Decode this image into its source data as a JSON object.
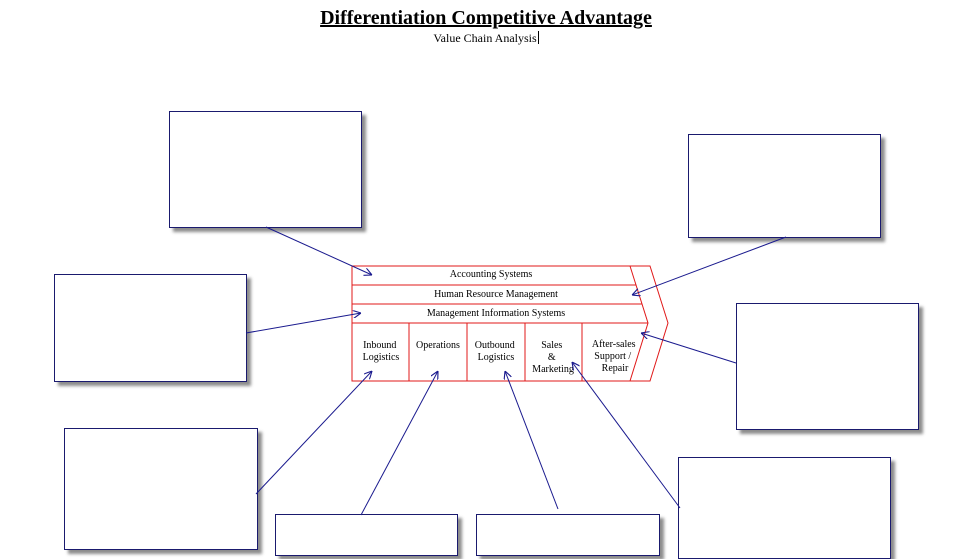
{
  "title": "Differentiation Competitive Advantage",
  "subtitle": "Value Chain Analysis",
  "colors": {
    "chain_outline": "#e01818",
    "box_border": "#1a1a6e",
    "arrow": "#1a1a8e"
  },
  "support_activities": [
    "Accounting Systems",
    "Human Resource Management",
    "Management Information Systems"
  ],
  "primary_activities": [
    [
      "Inbound",
      "Logistics"
    ],
    [
      "Operations"
    ],
    [
      "Outbound",
      "Logistics"
    ],
    [
      "Sales",
      "&",
      "Marketing"
    ],
    [
      "After-sales",
      "Support /",
      "Repair"
    ]
  ]
}
